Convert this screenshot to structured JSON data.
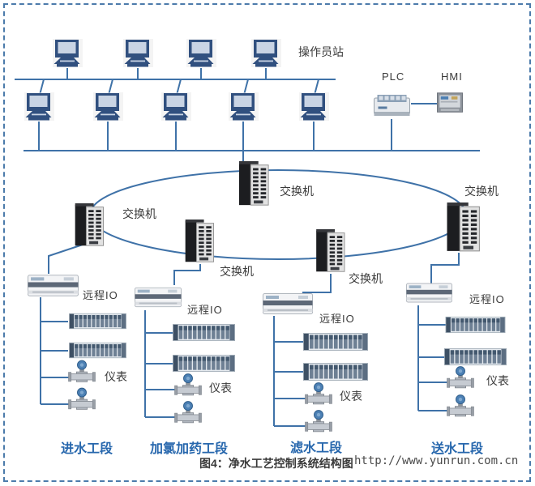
{
  "colors": {
    "line_blue": "#3f72a8",
    "label_dark": "#3a3a3a",
    "section_blue": "#2767ad",
    "border_blue": "#4c7bab",
    "url_gray": "#4a4a4a"
  },
  "top_network": {
    "operator_station_label": "操作员站",
    "plc_label": "PLC",
    "hmi_label": "HMI"
  },
  "switches": [
    {
      "label": "交换机"
    },
    {
      "label": "交换机"
    },
    {
      "label": "交换机"
    },
    {
      "label": "交换机"
    },
    {
      "label": "交换机"
    }
  ],
  "branches": [
    {
      "remote_io_label": "远程IO",
      "instrument_label": "仪表",
      "section_label": "进水工段"
    },
    {
      "remote_io_label": "远程IO",
      "instrument_label": "仪表",
      "section_label": "加氯加药工段"
    },
    {
      "remote_io_label": "远程IO",
      "instrument_label": "仪表",
      "section_label": "滤水工段"
    },
    {
      "remote_io_label": "远程IO",
      "instrument_label": "仪表",
      "section_label": "送水工段"
    }
  ],
  "footer": {
    "caption": "图4：净水工艺控制系统结构图",
    "url": "http://www.yunrun.com.cn"
  },
  "icons": {
    "computer": "desktop-computer-icon",
    "switch": "ethernet-switch-icon",
    "plc": "plc-controller-icon",
    "hmi": "hmi-panel-icon",
    "remote_io": "remote-io-module-icon",
    "io_rack": "io-module-rack-icon",
    "instrument": "flow-meter-icon"
  }
}
